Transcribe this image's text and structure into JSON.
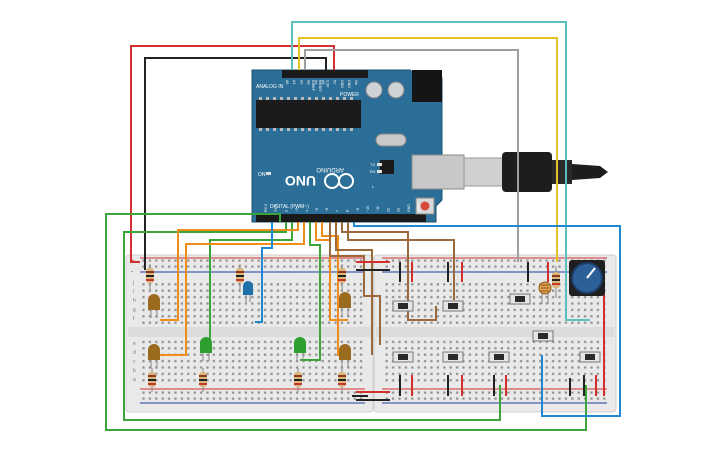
{
  "arduino": {
    "brand": "ARDUINO",
    "model": "UNO",
    "power_label": "POWER",
    "analog_label": "ANALOG IN",
    "digital_label": "DIGITAL (PWM~)",
    "on_label": "ON",
    "tx_label": "TX",
    "rx_label": "RX",
    "l_label": "L",
    "power_pins": [
      "IOREF",
      "RESET",
      "3.3V",
      "5V",
      "GND",
      "GND",
      "Vin"
    ],
    "analog_pins": [
      "A0",
      "A1",
      "A2",
      "A3",
      "A4",
      "A5"
    ],
    "digital_pins": [
      "AREF",
      "GND",
      "13",
      "12",
      "~11",
      "~10",
      "~9",
      "8",
      "7",
      "~6",
      "~5",
      "4",
      "~3",
      "2",
      "TX 1",
      "RX 0"
    ]
  },
  "breadboard": {
    "row_letters_top": [
      "j",
      "i",
      "h",
      "g",
      "f"
    ],
    "row_letters_bottom": [
      "e",
      "d",
      "c",
      "b",
      "a"
    ],
    "rail_plus": "+",
    "rail_minus": "-"
  },
  "colors": {
    "board": "#2a6f97",
    "board_dark": "#1f5677",
    "breadboard": "#e8e8e8",
    "wire_red": "#d32f2f",
    "wire_black": "#222222",
    "wire_teal": "#5bc0be",
    "wire_yellow": "#e6c229",
    "wire_gray": "#9e9e9e",
    "wire_orange": "#f08c1a",
    "wire_green": "#3aa53a",
    "wire_blue": "#1e88d0",
    "wire_brown": "#9b6a3c"
  }
}
